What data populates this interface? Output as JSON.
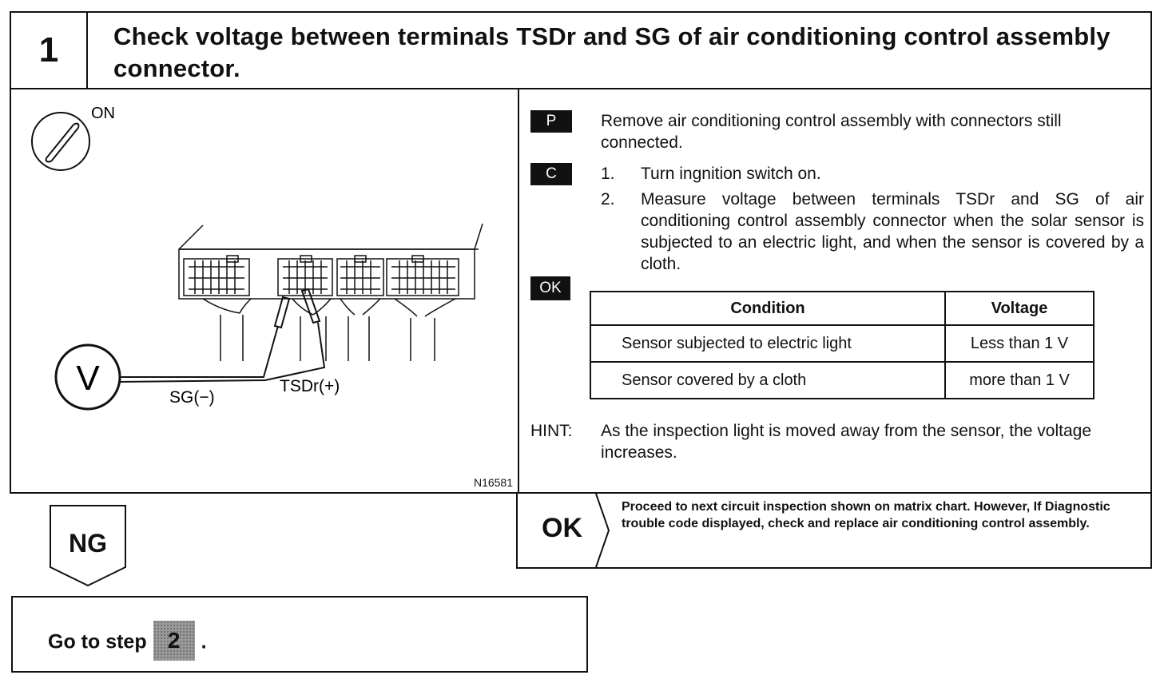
{
  "header": {
    "step_number": "1",
    "title": "Check voltage between terminals TSDr and SG of air conditioning control assembly connector."
  },
  "illustration": {
    "ignition_label": "ON",
    "meter_symbol": "V",
    "probe_negative": "SG(−)",
    "probe_positive": "TSDr(+)",
    "figure_code": "N16581"
  },
  "procedure": {
    "prep_badge": "P",
    "prep_text": "Remove air conditioning control assembly with connectors still connected.",
    "check_badge": "C",
    "steps": [
      {
        "num": "1.",
        "text": "Turn ingnition switch on."
      },
      {
        "num": "2.",
        "text": "Measure voltage between terminals TSDr and SG of air conditioning control assembly connector when the solar sensor is subjected to an electric light, and when the sensor is covered by a cloth."
      }
    ],
    "ok_badge": "OK",
    "table": {
      "headers": [
        "Condition",
        "Voltage"
      ],
      "rows": [
        [
          "Sensor subjected to electric light",
          "Less than 1 V"
        ],
        [
          "Sensor covered by a cloth",
          "more than 1 V"
        ]
      ]
    },
    "hint_label": "HINT:",
    "hint_text": "As the inspection light is moved away from the sensor, the voltage increases."
  },
  "result_ok": {
    "label": "OK",
    "text": "Proceed to next circuit inspection shown on matrix chart. However, If Diagnostic trouble code displayed, check and replace air conditioning control assembly."
  },
  "result_ng": {
    "label": "NG",
    "goto_prefix": "Go to step",
    "goto_step": "2",
    "goto_suffix": "."
  }
}
